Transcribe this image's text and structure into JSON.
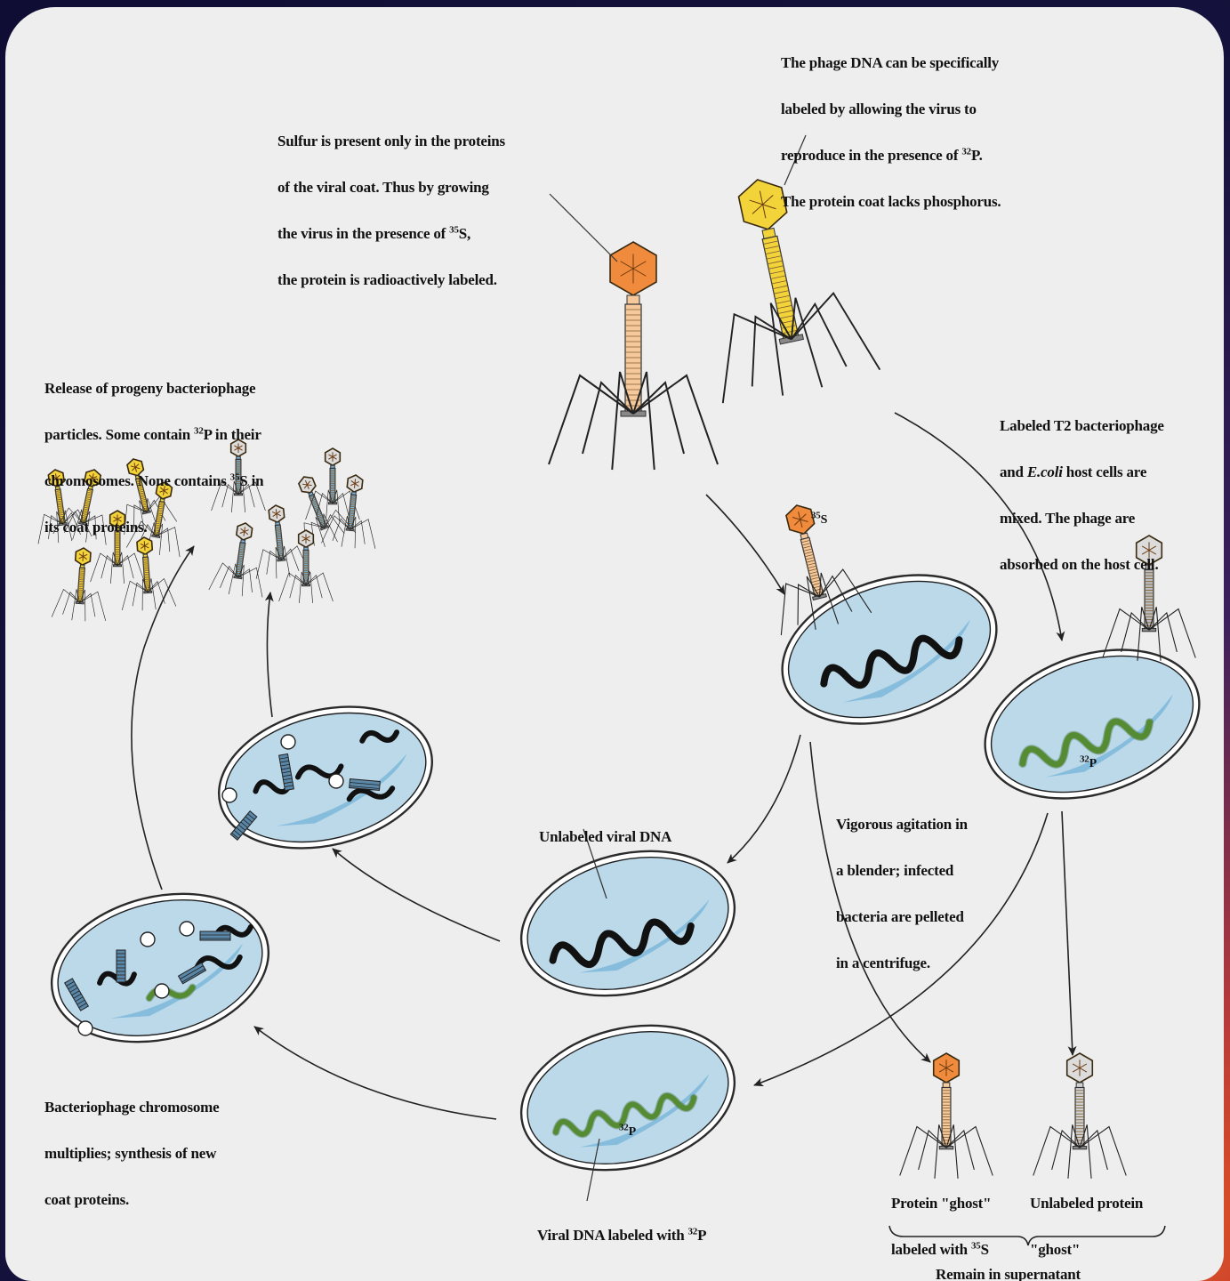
{
  "labels": {
    "sulfur": {
      "l1": "Sulfur is present only in the proteins",
      "l2": "of the viral coat.  Thus by growing",
      "l3a": "the virus in the presence of ",
      "l3sup": "35",
      "l3b": "S,",
      "l4": "the protein is radioactively labeled."
    },
    "phage_dna": {
      "l1": "The phage DNA can be specifically",
      "l2": "labeled by allowing the virus to",
      "l3a": "reproduce in the presence of ",
      "l3sup": "32",
      "l3b": "P.",
      "l4": "The protein coat lacks phosphorus."
    },
    "release": {
      "l1": "Release of progeny bacteriophage",
      "l2a": "particles.  Some contain ",
      "l2sup": "32",
      "l2b": "P in their",
      "l3a": "chromosomes.  None contains ",
      "l3sup": "35",
      "l3b": "S in",
      "l4": "its coat proteins."
    },
    "labeled_t2": {
      "l1": "Labeled T2 bacteriophage",
      "l2a": "and ",
      "l2em": "E.coli",
      "l2b": " host cells are",
      "l3": "mixed.  The phage are",
      "l4": "absorbed on the host cell."
    },
    "agitation": {
      "l1": "Vigorous agitation in",
      "l2": "a blender; infected",
      "l3": "bacteria are pelleted",
      "l4": "in a centrifuge."
    },
    "unlabeled_dna": "Unlabeled viral DNA",
    "multiplies": {
      "l1": "Bacteriophage chromosome",
      "l2": "multiplies; synthesis of new",
      "l3": "coat proteins."
    },
    "viral_dna_32p_a": "Viral DNA labeled with ",
    "viral_dna_32p_sup": "32",
    "viral_dna_32p_b": "P",
    "ghost_35s": {
      "l1": "Protein \"ghost\"",
      "l2a": "labeled with ",
      "l2sup": "35",
      "l2b": "S"
    },
    "ghost_unlabeled": {
      "l1": "Unlabeled protein",
      "l2": "\"ghost\""
    },
    "supernatant": "Remain in supernatant",
    "iso_35s_sup": "35",
    "iso_35s_b": "S",
    "iso_32p_sup": "32",
    "iso_32p_b": "P"
  },
  "colors": {
    "cell_fill": "#bcd9ea",
    "cell_inner": "#7cb7d9",
    "cell_edge": "#2b2b2b",
    "dna_unlabeled": "#111111",
    "dna_labeled": "#6ba33e",
    "phage_35s": "#f08a3c",
    "phage_35s_tail": "#f6c99c",
    "phage_32p": "#f2d33a",
    "phage_blue": "#7fb3d6",
    "phage_gray": "#dcdcdc",
    "background_panel": "#eeeeee",
    "background_outer": "#16133f"
  },
  "icons": [
    "bacteriophage-icon",
    "bacterium-cell-icon",
    "dna-strand-icon",
    "arrow-icon",
    "brace-icon"
  ]
}
